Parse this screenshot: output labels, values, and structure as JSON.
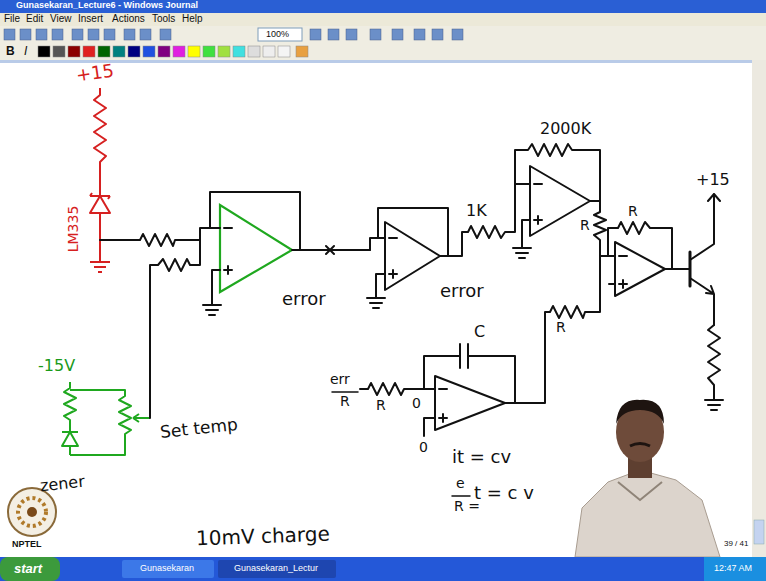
{
  "diagram": {
    "title": "Gunasekaran_Lecture6 - Windows Journal",
    "labels": [
      "File",
      "Edit",
      "View",
      "Insert",
      "Actions",
      "Tools",
      "Help",
      "100%",
      "B",
      "I",
      "+15",
      "LM335",
      "-15V",
      "zener",
      "Set temp",
      "error",
      "error",
      "1K",
      "2000K",
      "+15",
      "R",
      "R",
      "C",
      "err",
      "R",
      "R",
      "0",
      "0",
      "R",
      "it = cv",
      "e",
      "t = c v",
      "R =",
      "10mV charge",
      "39 / 41",
      "NPTEL",
      "start",
      "Gunasekaran",
      "Gunasekaran_Lectur",
      "12:47 AM"
    ]
  }
}
